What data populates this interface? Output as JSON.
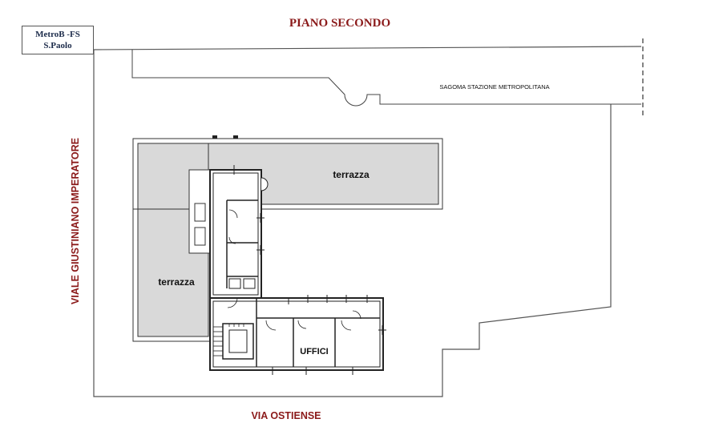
{
  "title": "PIANO SECONDO",
  "metro_label": {
    "line1": "MetroB -FS",
    "line2": "S.Paolo"
  },
  "streets": {
    "west": "VIALE GIUSTINIANO IMPERATORE",
    "south": "VIA OSTIENSE"
  },
  "station_outline_label": "SAGOMA STAZIONE METROPOLITANA",
  "rooms": {
    "terrace_north": "terrazza",
    "terrace_west": "terrazza",
    "offices": "UFFICI"
  },
  "colors": {
    "title": "#8b1a1a",
    "terrace_fill": "#d9d9d9",
    "line": "#222222"
  }
}
